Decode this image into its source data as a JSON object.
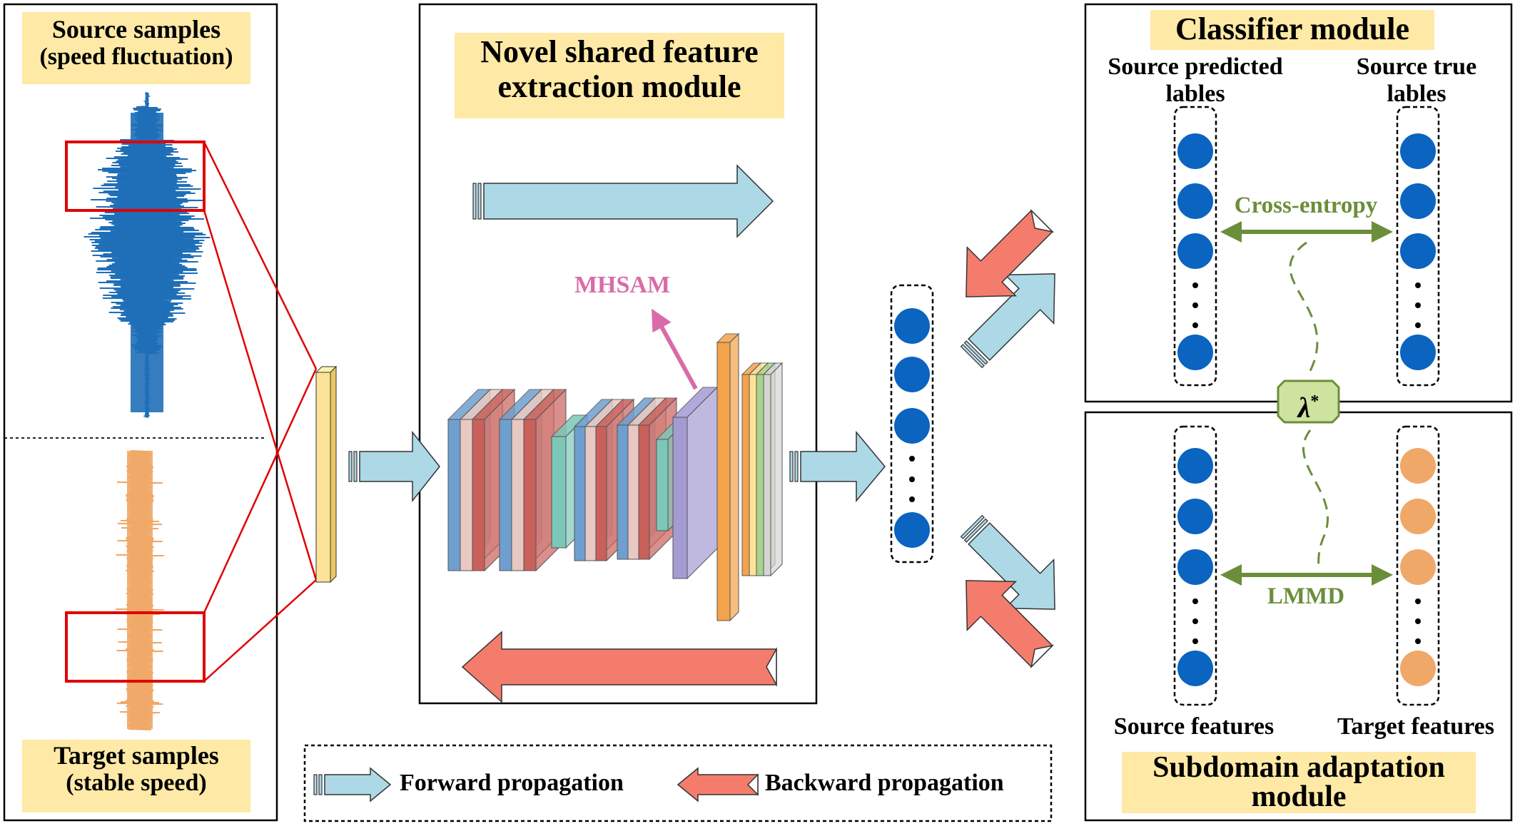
{
  "source_panel": {
    "title_line1": "Source samples",
    "title_line2": "(speed fluctuation)"
  },
  "target_panel": {
    "title_line1": "Target samples",
    "title_line2": "(stable speed)"
  },
  "feature_module": {
    "title_line1": "Novel shared feature",
    "title_line2": "extraction module",
    "attention_label": "MHSAM"
  },
  "classifier_module": {
    "title": "Classifier module",
    "left_col_line1": "Source predicted",
    "left_col_line2": "lables",
    "right_col_line1": "Source true",
    "right_col_line2": "lables",
    "loss_label": "Cross-entropy"
  },
  "weight_badge": {
    "symbol": "λ",
    "superscript": "*"
  },
  "adaptation_module": {
    "left_col": "Source features",
    "right_col": "Target features",
    "loss_label": "LMMD",
    "title_line1": "Subdomain adaptation",
    "title_line2": "module"
  },
  "legend": {
    "forward_label": "Forward propagation",
    "backward_label": "Backward propagation"
  },
  "colors": {
    "source_signal": "#1f6fb8",
    "target_signal": "#f0a868",
    "forward_arrow": "#add8e6",
    "backward_arrow": "#f47c6c",
    "node_blue": "#0a64c0",
    "node_orange": "#f0a868",
    "highlight": "#ffe9a6",
    "loss_green": "#6b8e3a",
    "badge_fill": "#cfe3a0",
    "attention_pink": "#d96ba8",
    "crop_red": "#e00000"
  }
}
